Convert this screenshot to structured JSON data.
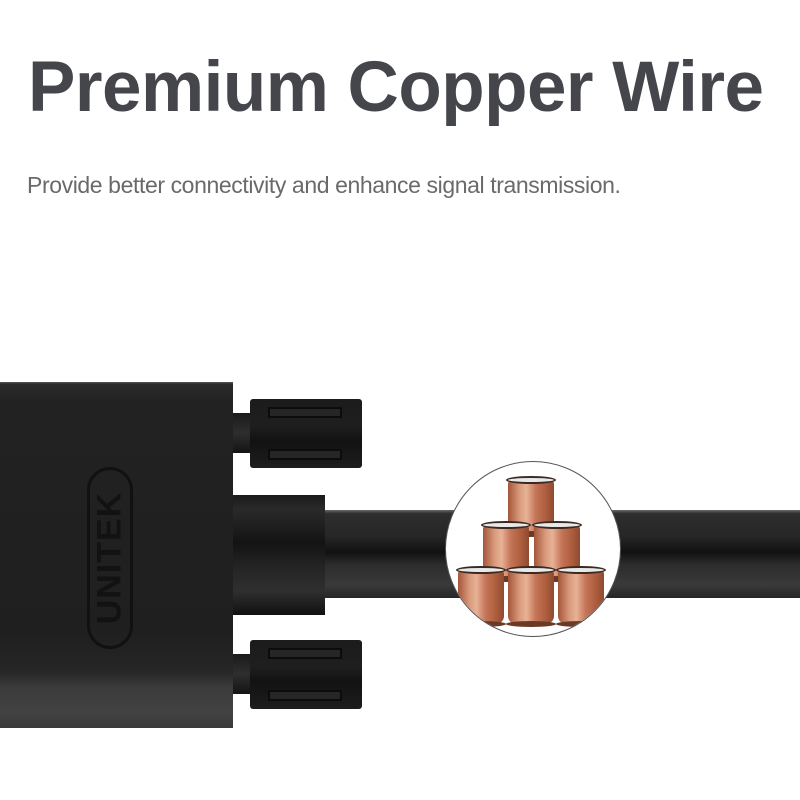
{
  "header": {
    "title": "Premium Copper Wire",
    "subtitle": "Provide better connectivity and enhance signal transmission."
  },
  "product": {
    "brand_logo": "UNITEK",
    "image_subject": "VGA cable connector with copper wire spools inset",
    "inset_icon": "copper-wire-spools"
  },
  "colors": {
    "title": "#45464c",
    "subtitle": "#6a6a6a",
    "connector": "#1f1f1f",
    "copper": "#c57558",
    "background": "#ffffff"
  }
}
